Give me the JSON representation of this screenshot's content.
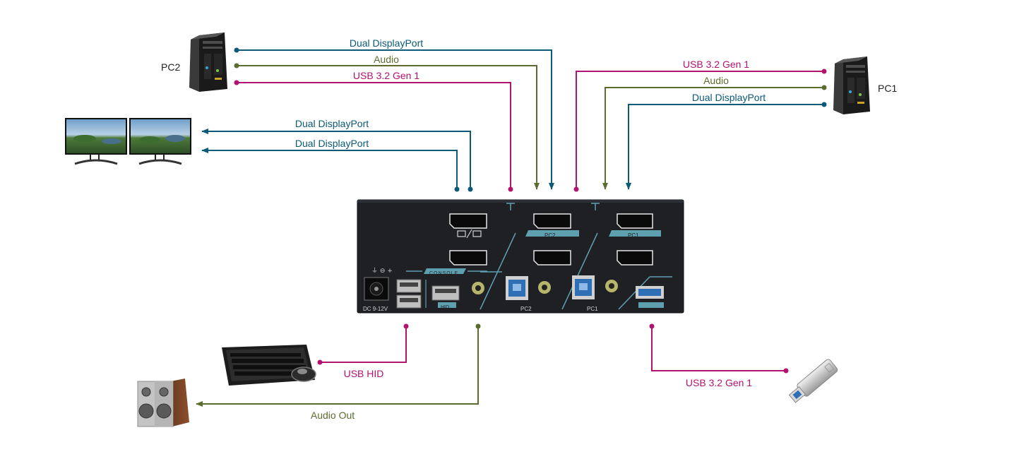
{
  "colors": {
    "displayport": "#0b5a78",
    "audio": "#5c6b2e",
    "usb": "#b1136f",
    "device_body": "#1e2024",
    "panel_teal": "#5ea0b0"
  },
  "devices": {
    "pc2": "PC2",
    "pc1": "PC1"
  },
  "connections": {
    "pc2_dp": "Dual DisplayPort",
    "pc2_audio": "Audio",
    "pc2_usb": "USB 3.2 Gen 1",
    "pc1_usb": "USB 3.2 Gen 1",
    "pc1_audio": "Audio",
    "pc1_dp": "Dual DisplayPort",
    "monitor_dp_1": "Dual DisplayPort",
    "monitor_dp_2": "Dual DisplayPort",
    "usb_hid": "USB HID",
    "audio_out": "Audio Out",
    "usb_flash": "USB 3.2 Gen 1"
  },
  "panel": {
    "console": "CONSOLE",
    "pc2_label": "PC2",
    "pc1_label": "PC1",
    "hid": "HID",
    "dc": "DC 9-12V"
  }
}
